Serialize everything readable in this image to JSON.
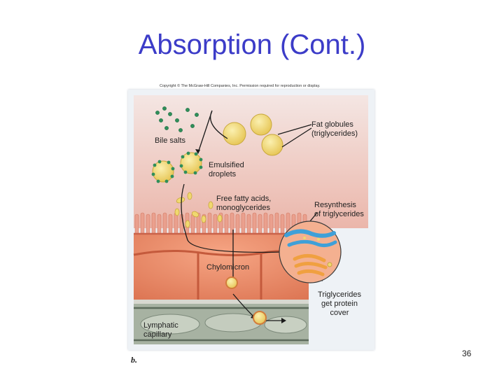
{
  "slide": {
    "title": "Absorption (Cont.)",
    "page_number": "36"
  },
  "figure": {
    "copyright": "Copyright © The McGraw-Hill Companies, Inc. Permission required for reproduction or display.",
    "panel_letter": "b.",
    "labels": {
      "bile_salts": "Bile salts",
      "fat_globules": "Fat globules\n(triglycerides)",
      "emulsified_droplets": "Emulsified\ndroplets",
      "free_fatty_acids": "Free fatty acids,\nmonoglycerides",
      "resynthesis": "Resynthesis\nof triglycerides",
      "chylomicron": "Chylomicron",
      "triglycerides_cover": "Triglycerides\nget protein\ncover",
      "lymphatic_capillary": "Lymphatic\ncapillary"
    },
    "colors": {
      "lumen_top": "#f3e3e0",
      "lumen_bottom": "#ecbcb2",
      "epithelium": "#e8866a",
      "cell_border": "#c45a3c",
      "capillary": "#9eaa9a",
      "fat_yellow": "#f0d870",
      "bile_green": "#2f8f5a",
      "er_blue": "#3fa0d8",
      "golgi_orange": "#f0a040"
    }
  }
}
